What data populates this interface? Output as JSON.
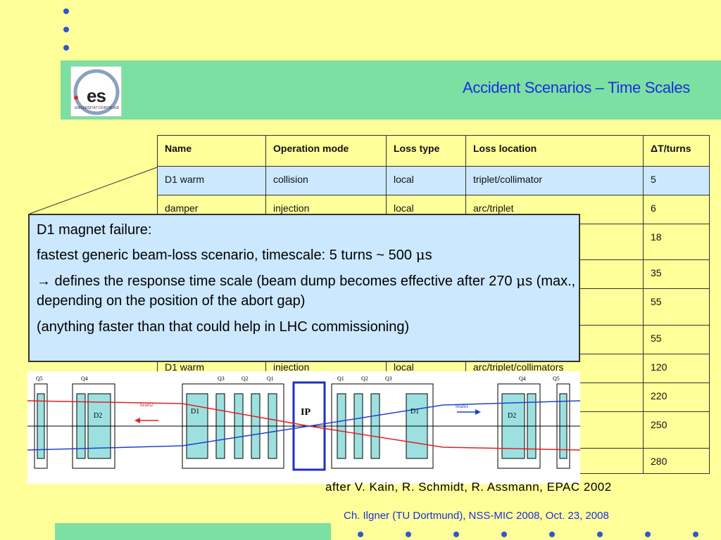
{
  "header": {
    "title": "Accident Scenarios – Time Scales",
    "logo_text": "es",
    "logo_subtext": "UNIVERSITÄT DORTMUND"
  },
  "table": {
    "headers": [
      "Name",
      "Operation mode",
      "Loss type",
      "Loss location",
      "ΔT/turns"
    ],
    "rows": [
      {
        "name": "D1 warm",
        "mode": "collision",
        "loss_type": "local",
        "location": "triplet/collimator",
        "dt": "5"
      },
      {
        "name": "damper",
        "mode": "injection",
        "loss_type": "local",
        "location": "arc/triplet",
        "dt": "6"
      },
      {
        "name": "",
        "mode": "",
        "loss_type": "",
        "location": "",
        "dt": "18"
      },
      {
        "name": "",
        "mode": "",
        "loss_type": "",
        "location": "",
        "dt": "35"
      },
      {
        "name": "",
        "mode": "",
        "loss_type": "",
        "location": "",
        "dt": "55"
      },
      {
        "name": "",
        "mode": "",
        "loss_type": "",
        "location": "",
        "dt": "55"
      },
      {
        "name": "D1 warm",
        "mode": "injection",
        "loss_type": "local",
        "location": "arc/triplet/collimators",
        "dt": "120"
      },
      {
        "name": "",
        "mode": "",
        "loss_type": "",
        "location": "",
        "dt": "220"
      },
      {
        "name": "",
        "mode": "",
        "loss_type": "",
        "location": "",
        "dt": "250"
      },
      {
        "name": "",
        "mode": "",
        "loss_type": "",
        "location": "",
        "dt": "280"
      }
    ]
  },
  "overlay": {
    "line1": "D1 magnet failure:",
    "line2_pre": "fastest generic beam-loss scenario, timescale: 5 turns ~ 500 ",
    "line2_mu": "μ",
    "line2_post": "s",
    "line3_pre": "→ defines the response time scale (beam dump becomes effective after 270 ",
    "line3_mu": "μ",
    "line3_post": "s (max., depending on the position of the abort gap)",
    "line4": "(anything faster than that could help in LHC commissioning)"
  },
  "diagram": {
    "labels": {
      "q5_left": "Q5",
      "q4_left": "Q4",
      "d2_left": "D2",
      "q3_left": "Q3",
      "q2_left": "Q2",
      "q1_left": "Q1",
      "d1_left": "D1",
      "ip": "IP",
      "q1_right": "Q1",
      "q2_right": "Q2",
      "q3_right": "Q3",
      "d1_right": "D1",
      "q4_right": "Q4",
      "q5_right": "Q5",
      "d2_right": "D2",
      "beam2": "beam2",
      "beam1": "beam1"
    }
  },
  "citation": "after V. Kain, R. Schmidt, R. Assmann, EPAC 2002",
  "footer": "Ch. Ilgner (TU Dortmund), NSS-MIC 2008, Oct. 23, 2008",
  "colors": {
    "background": "#FFFF99",
    "band": "#7BE0A1",
    "title": "#1a2ee0",
    "overlay": "#CCE8FF",
    "bullet": "#3355CC"
  }
}
